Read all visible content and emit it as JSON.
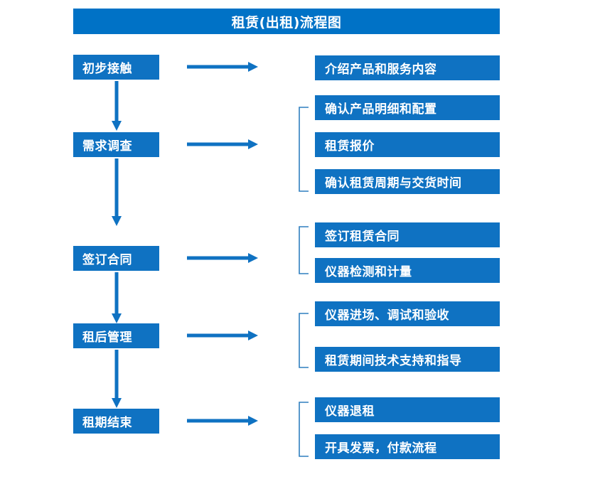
{
  "diagram": {
    "title": "租赁(出租)流程图",
    "colors": {
      "title_bar": "#0072c6",
      "box": "#0f72c2",
      "arrow": "#0f72c2",
      "bracket": "#2f7fbf",
      "text": "#ffffff",
      "background": "#ffffff"
    },
    "stages": [
      {
        "id": "stage-1",
        "label": "初步接触",
        "details": [
          "介绍产品和服务内容"
        ]
      },
      {
        "id": "stage-2",
        "label": "需求调查",
        "details": [
          "确认产品明细和配置",
          "租赁报价",
          "确认租赁周期与交货时间"
        ]
      },
      {
        "id": "stage-3",
        "label": "签订合同",
        "details": [
          "签订租赁合同",
          "仪器检测和计量"
        ]
      },
      {
        "id": "stage-4",
        "label": "租后管理",
        "details": [
          "仪器进场、调试和验收",
          "租赁期间技术支持和指导"
        ]
      },
      {
        "id": "stage-5",
        "label": "租期结束",
        "details": [
          "仪器退租",
          "开具发票，付款流程"
        ]
      }
    ]
  }
}
